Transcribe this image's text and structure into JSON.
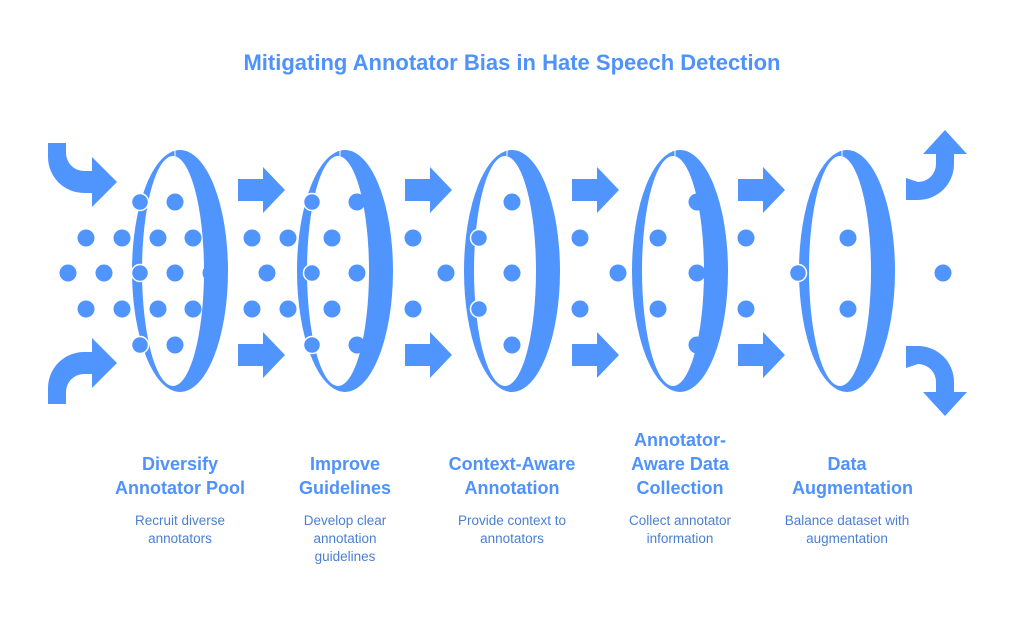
{
  "title": "Mitigating Annotator Bias in Hate Speech Detection",
  "colors": {
    "accent": "#5094fd",
    "text": "#4f92fb"
  },
  "stages": [
    {
      "title": "Diversify Annotator Pool",
      "desc": "Recruit diverse annotators"
    },
    {
      "title": "Improve Guidelines",
      "desc": "Develop clear annotation guidelines"
    },
    {
      "title": "Context-Aware Annotation",
      "desc": "Provide context to annotators"
    },
    {
      "title": "Annotator-Aware Data Collection",
      "desc": "Collect annotator information"
    },
    {
      "title": "Data Augmentation",
      "desc": "Balance dataset with augmentation"
    }
  ]
}
